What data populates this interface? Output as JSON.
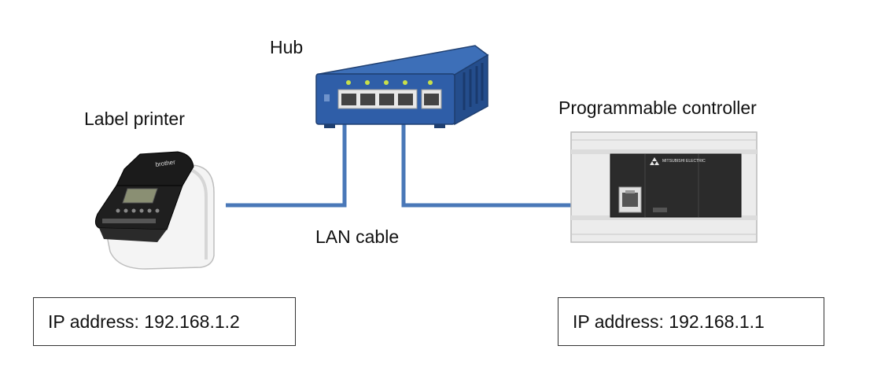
{
  "labels": {
    "hub": "Hub",
    "label_printer": "Label printer",
    "programmable_controller": "Programmable controller",
    "lan_cable": "LAN cable"
  },
  "printer": {
    "ip": "IP address: 192.168.1.2",
    "brand_text": "brother"
  },
  "controller": {
    "ip": "IP address: 192.168.1.1",
    "brand_text": "MITSUBISHI ELECTRIC"
  },
  "colors": {
    "cable": "#4a78b8",
    "hub_body": "#2f5ea8",
    "hub_led": "#c8e04a",
    "controller_body": "#2b2b2b"
  }
}
